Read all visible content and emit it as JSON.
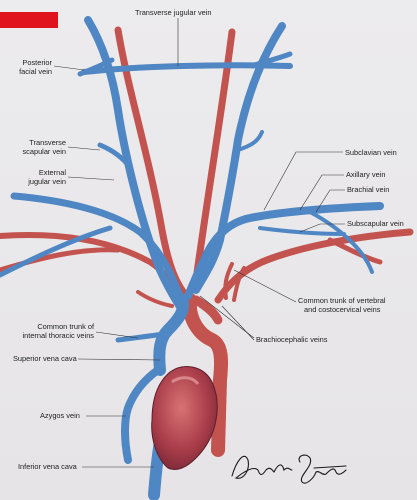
{
  "labels": {
    "transverse_jugular_vein": "Transverse jugular vein",
    "posterior_facial_vein_1": "Posterior",
    "posterior_facial_vein_2": "facial vein",
    "transverse_scapular_vein_1": "Transverse",
    "transverse_scapular_vein_2": "scapular vein",
    "external_jugular_vein_1": "External",
    "external_jugular_vein_2": "jugular vein",
    "subclavian_vein": "Subclavian vein",
    "axillary_vein": "Axillary vein",
    "brachial_vein": "Brachial vein",
    "subscapular_vein": "Subscapular vein",
    "common_trunk_vertebral_1": "Common trunk of vertebral",
    "common_trunk_vertebral_2": "and costocervical veins",
    "brachiocephalic_veins": "Brachiocephalic veins",
    "common_trunk_internal_thoracic_1": "Common trunk of",
    "common_trunk_internal_thoracic_2": "internal thoracic veins",
    "superior_vena_cava": "Superior vena cava",
    "azygos_vein": "Azygos vein",
    "inferior_vena_cava": "Inferior vena cava"
  },
  "signature": "Anthony Smith",
  "colors": {
    "vein": "#4f86c4",
    "artery": "#c3534e",
    "heart": "#b0424c",
    "corner_mark": "#e0141c"
  }
}
